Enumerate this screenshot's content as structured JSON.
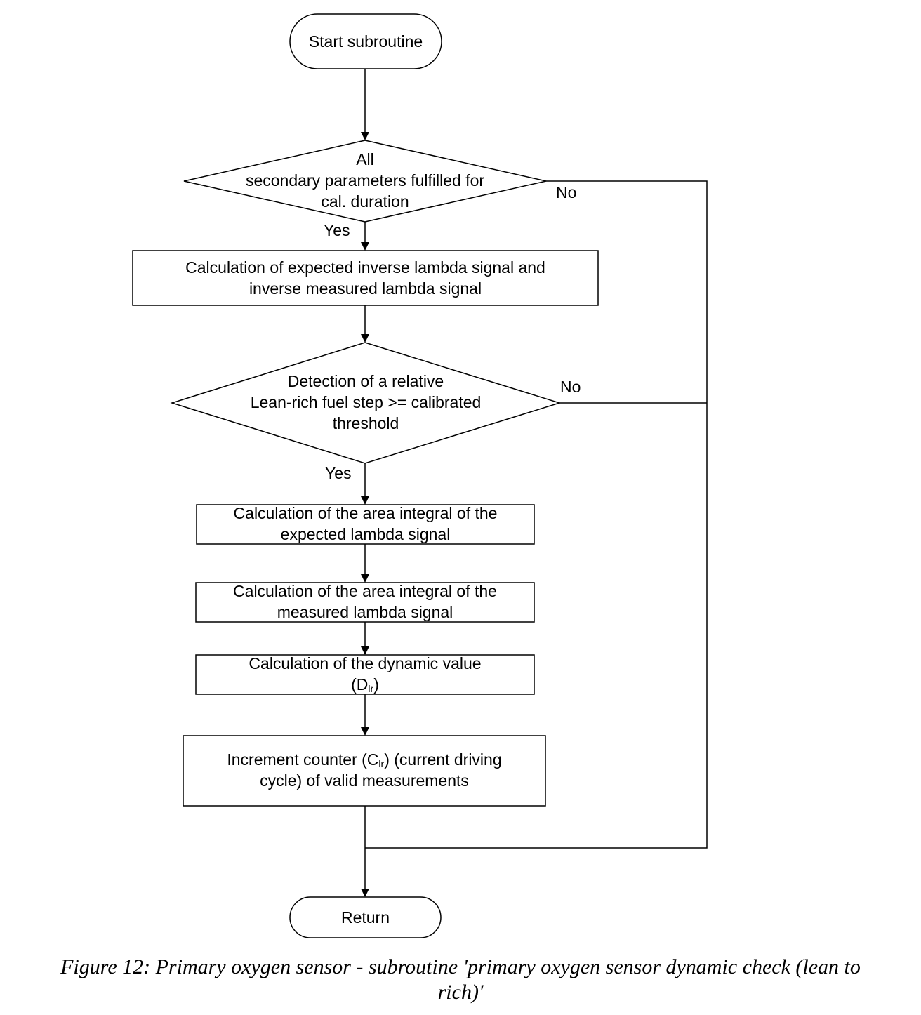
{
  "nodes": {
    "start": "Start subroutine",
    "decision1": [
      "All",
      "secondary parameters fulfilled for",
      "cal. duration"
    ],
    "process1": [
      "Calculation of expected inverse lambda signal and",
      "inverse measured lambda signal"
    ],
    "decision2": [
      "Detection of a relative",
      "Lean-rich fuel step >= calibrated",
      "threshold"
    ],
    "process2": [
      "Calculation of the area integral of the",
      "expected lambda signal"
    ],
    "process3": [
      "Calculation of the area integral of the",
      "measured lambda signal"
    ],
    "process4": {
      "line1": "Calculation of the dynamic value",
      "prefix": "(D",
      "sub": "lr",
      "suffix": ")"
    },
    "process5": {
      "prefix": "Increment counter (C",
      "sub": "lr",
      "suffix": ") (current driving",
      "line2": "cycle) of valid measurements"
    },
    "end": "Return"
  },
  "labels": {
    "no1": "No",
    "yes1": "Yes",
    "no2": "No",
    "yes2": "Yes"
  },
  "caption": {
    "line1": "Figure 12: Primary oxygen sensor - subroutine 'primary oxygen sensor dynamic check (lean to",
    "line2": "rich)'"
  }
}
